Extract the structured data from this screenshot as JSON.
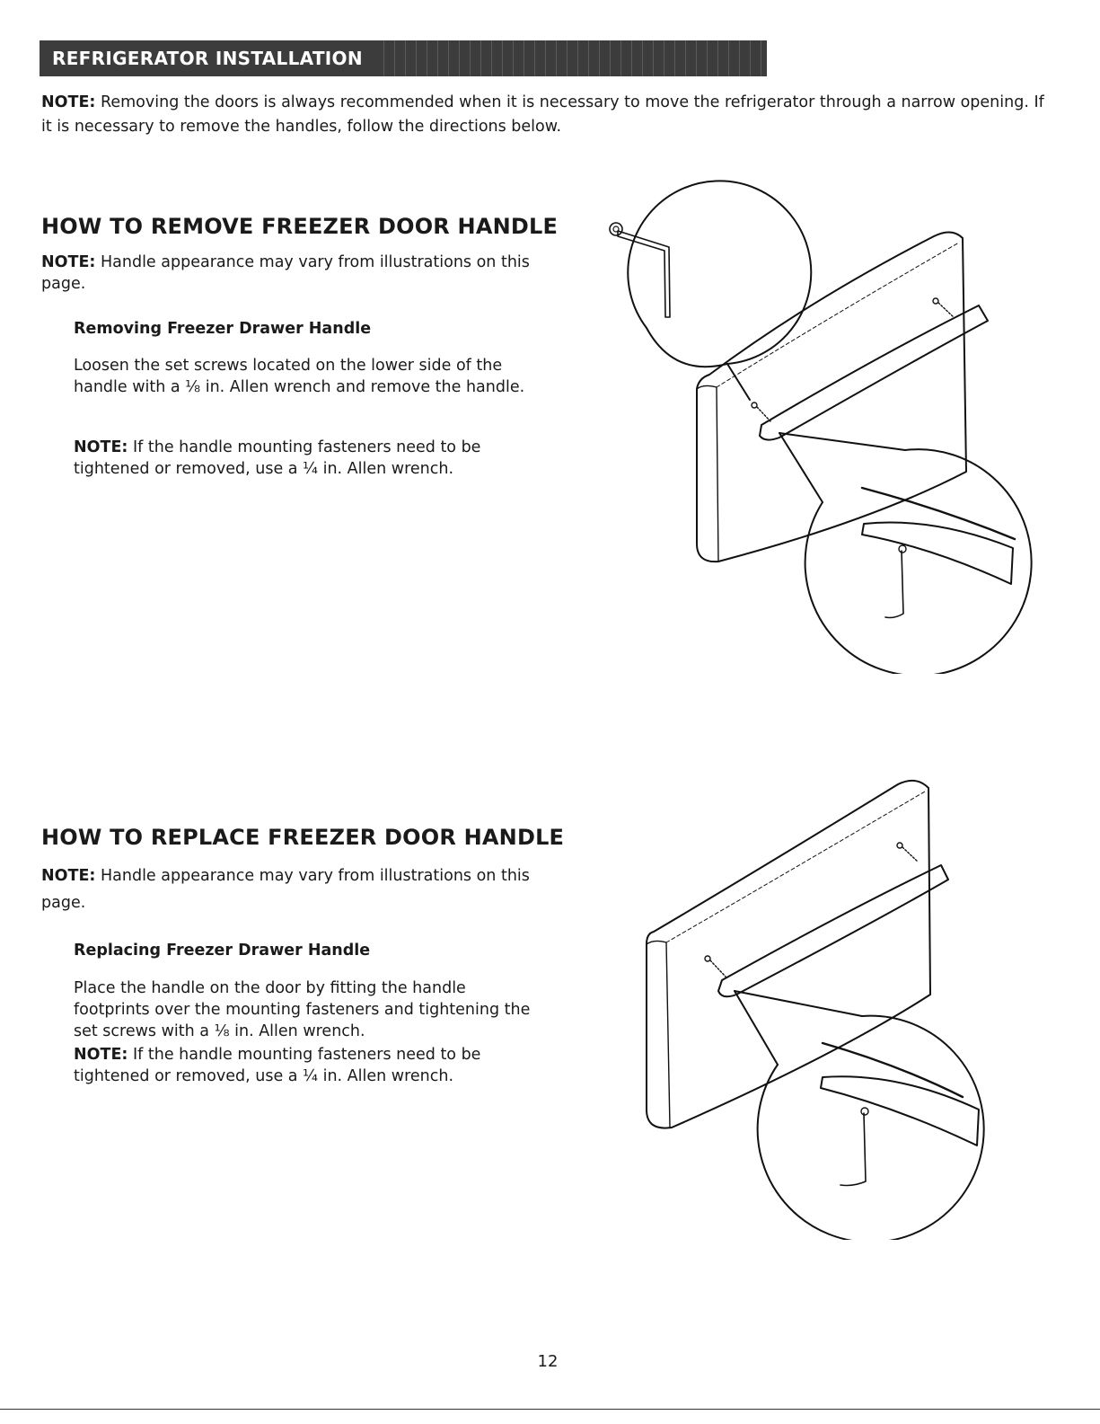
{
  "banner": {
    "title": "REFRIGERATOR INSTALLATION"
  },
  "intro": {
    "note_label": "NOTE:",
    "text": " Removing the doors is always recommended when it is necessary to move the refrigerator through a narrow opening. If it is necessary to remove the handles, follow the directions below."
  },
  "remove_section": {
    "heading": "HOW TO REMOVE FREEZER DOOR HANDLE",
    "note_label": "NOTE:",
    "note_text": " Handle appearance may vary from illustrations on this page.",
    "subheading": "Removing Freezer Drawer Handle",
    "instructions": "Loosen the set screws located on the lower side of the handle with a ⅛ in. Allen wrench and remove the handle.",
    "fastener_note_label": "NOTE:",
    "fastener_note_text": " If the handle mounting fasteners need to be tightened or removed, use a ¼ in. Allen wrench."
  },
  "replace_section": {
    "heading": "HOW TO REPLACE FREEZER DOOR HANDLE",
    "note_label": "NOTE:",
    "note_text": " Handle appearance may vary from illustrations on this page.",
    "subheading": "Replacing Freezer Drawer Handle",
    "instructions": "Place the handle on the door by fitting the handle footprints over the mounting fasteners and tightening the set screws with a ⅛ in. Allen wrench.",
    "fastener_note_label": "NOTE:",
    "fastener_note_text": " If the handle mounting fasteners need to be tightened or removed, use a ¼ in. Allen wrench."
  },
  "footer": {
    "page_number": "12"
  }
}
